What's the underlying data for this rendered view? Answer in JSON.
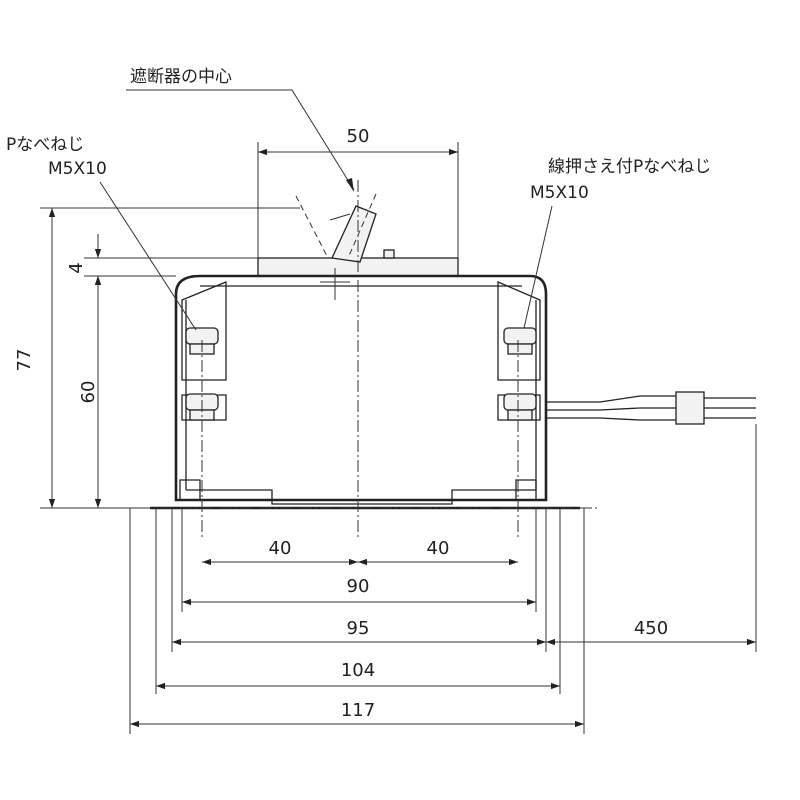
{
  "labels": {
    "breaker_center": "遮断器の中心",
    "p_pan_screw": "Pなべねじ",
    "p_pan_screw_size": "M5X10",
    "wire_clamp_screw": "線押さえ付Pなべねじ",
    "wire_clamp_screw_size": "M5X10"
  },
  "dimensions": {
    "top_width": "50",
    "overall_height": "77",
    "top_step": "4",
    "body_height": "60",
    "left_half": "40",
    "right_half": "40",
    "mount_pitch": "90",
    "body_width": "95",
    "wire_length": "450",
    "base_width": "104",
    "overall_width": "117"
  }
}
